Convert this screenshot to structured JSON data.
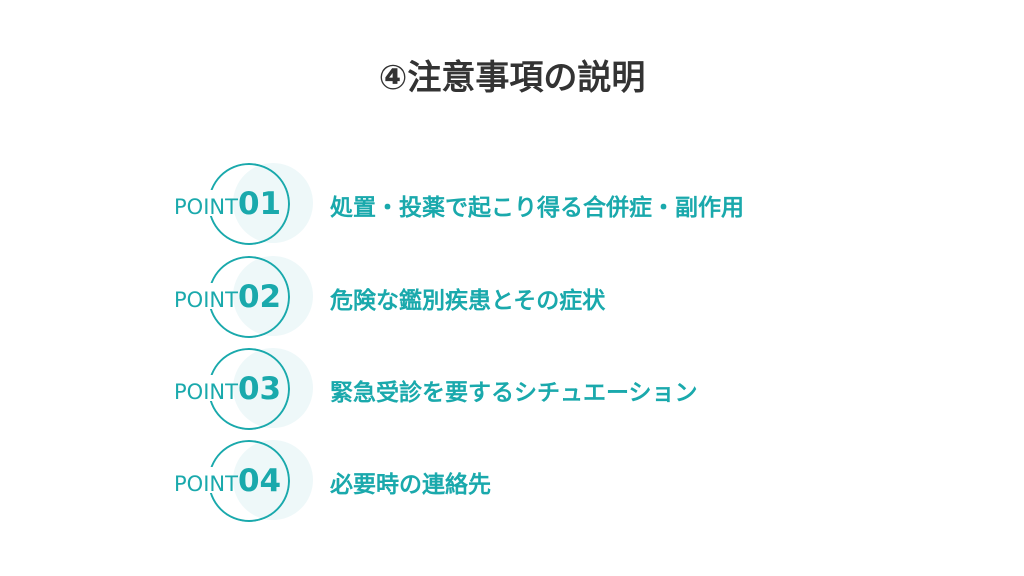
{
  "title": "④注意事項の説明",
  "point_label": "POINT",
  "colors": {
    "accent": "#1aa9ac",
    "light": "#eef8f9"
  },
  "items": [
    {
      "num": "01",
      "text": "処置・投薬で起こり得る合併症・副作用"
    },
    {
      "num": "02",
      "text": "危険な鑑別疾患とその症状"
    },
    {
      "num": "03",
      "text": "緊急受診を要するシチュエーション"
    },
    {
      "num": "04",
      "text": "必要時の連絡先"
    }
  ]
}
